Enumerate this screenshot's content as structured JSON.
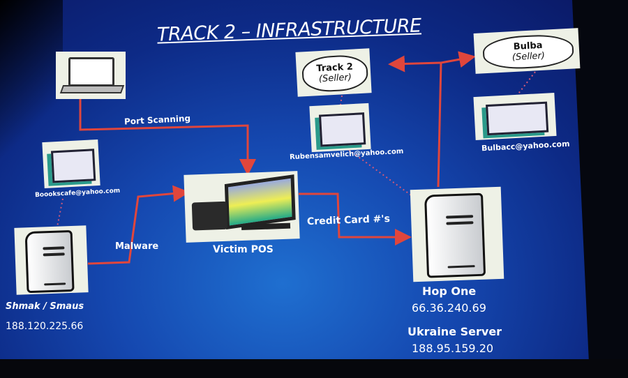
{
  "title": "TRACK 2 – INFRASTRUCTURE",
  "nodes": {
    "track2": {
      "name": "Track 2",
      "role": "(Seller)",
      "email": "Rubensamvelich@yahoo.com"
    },
    "bulba": {
      "name": "Bulba",
      "role": "(Seller)",
      "email": "Bulbacc@yahoo.com"
    },
    "attacker": {
      "email": "Boookscafe@yahoo.com",
      "name": "Shmak / Smaus",
      "ip": "188.120.225.66"
    },
    "victim": {
      "label": "Victim POS"
    },
    "hop": {
      "name": "Hop One",
      "ip": "66.36.240.69",
      "server_name": "Ukraine Server",
      "server_ip": "188.95.159.20"
    }
  },
  "edges": {
    "port_scanning": "Port Scanning",
    "malware": "Malware",
    "credit_cards": "Credit Card #'s"
  },
  "colors": {
    "arrow": "#e0463c",
    "background": "#1548b0",
    "box": "#eef1e6"
  }
}
